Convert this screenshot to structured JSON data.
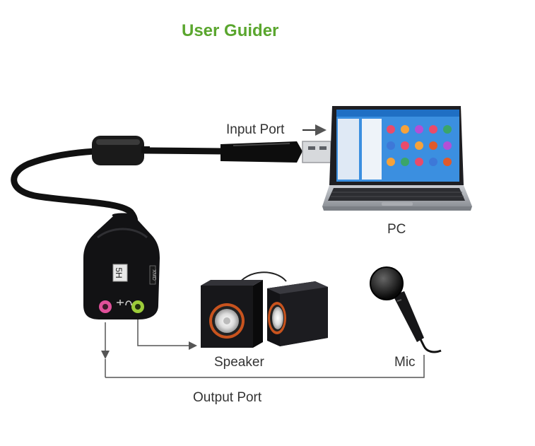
{
  "title": "User Guider",
  "labels": {
    "input_port": "Input Port",
    "pc": "PC",
    "speaker": "Speaker",
    "mic": "Mic",
    "output_port": "Output Port"
  },
  "device": {
    "badge": "5H",
    "brand": "XMD"
  },
  "colors": {
    "title": "#5aa62e",
    "label_text": "#333333",
    "arrow": "#555555",
    "mic_jack": "#e0509a",
    "headphone_jack": "#9ccc3a",
    "speaker_ring": "#c8531e"
  },
  "icons": [
    "laptop-icon",
    "usb-plug-icon",
    "usb-sound-card-icon",
    "speakers-icon",
    "microphone-icon",
    "arrow-icon"
  ]
}
